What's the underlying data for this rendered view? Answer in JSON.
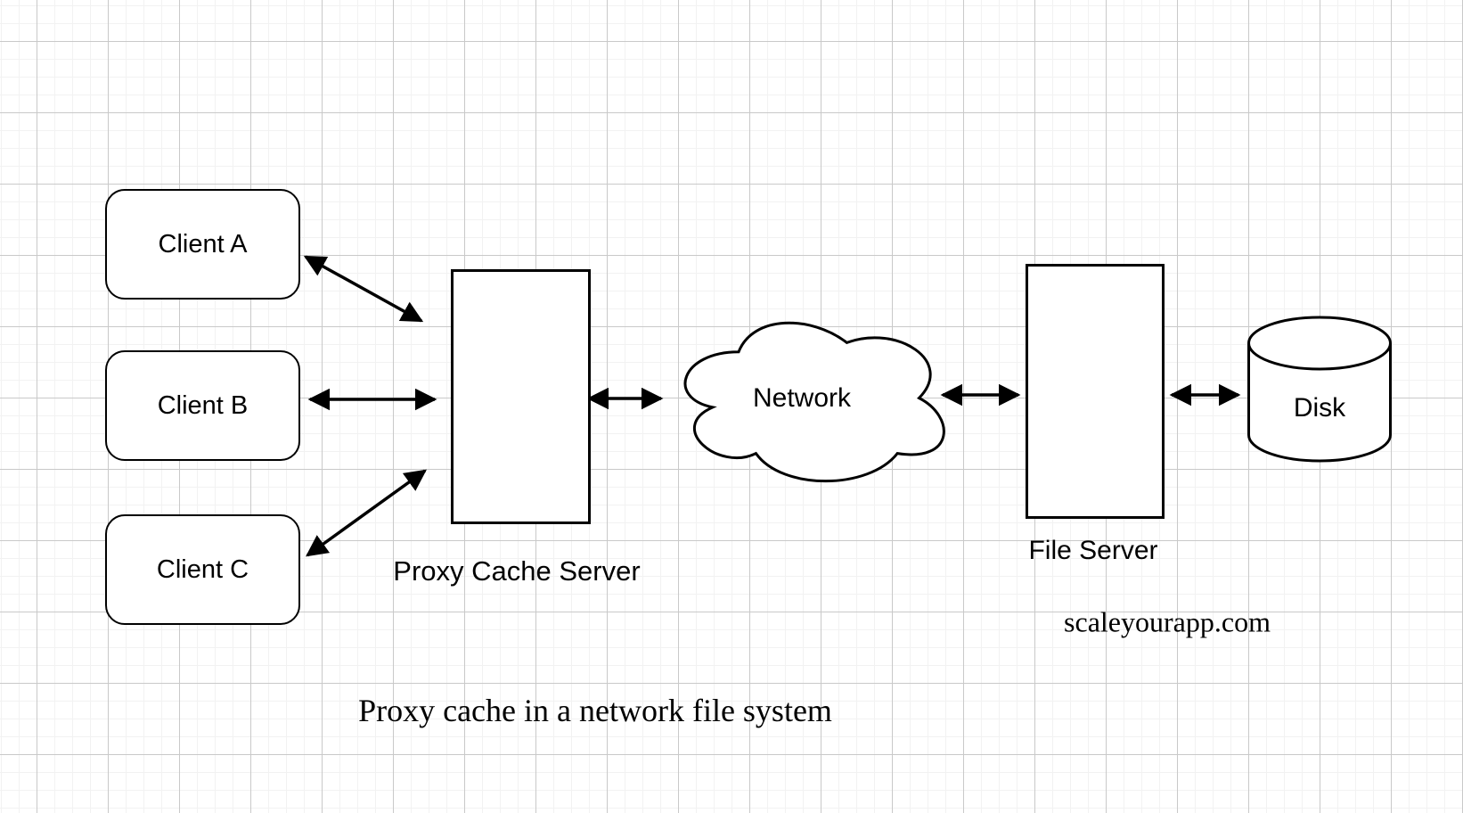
{
  "title": "Proxy cache in a network file system",
  "diagram": {
    "caption": "Proxy cache in a network file system",
    "watermark": "scaleyourapp.com",
    "nodes": {
      "client_a": {
        "label": "Client A",
        "shape": "rounded-rectangle"
      },
      "client_b": {
        "label": "Client B",
        "shape": "rounded-rectangle"
      },
      "client_c": {
        "label": "Client C",
        "shape": "rounded-rectangle"
      },
      "proxy_cache_server": {
        "label": "Proxy Cache Server",
        "shape": "rectangle"
      },
      "network": {
        "label": "Network",
        "shape": "cloud"
      },
      "file_server": {
        "label": "File Server",
        "shape": "rectangle"
      },
      "disk": {
        "label": "Disk",
        "shape": "cylinder"
      }
    },
    "edges": [
      {
        "from": "Client A",
        "to": "Proxy Cache Server",
        "style": "double-arrow"
      },
      {
        "from": "Client B",
        "to": "Proxy Cache Server",
        "style": "double-arrow"
      },
      {
        "from": "Client C",
        "to": "Proxy Cache Server",
        "style": "double-arrow"
      },
      {
        "from": "Proxy Cache Server",
        "to": "Network",
        "style": "double-arrow"
      },
      {
        "from": "Network",
        "to": "File Server",
        "style": "double-arrow"
      },
      {
        "from": "File Server",
        "to": "Disk",
        "style": "double-arrow"
      }
    ],
    "colors": {
      "stroke": "#000000",
      "shape_fill": "#ffffff",
      "background": "#ffffff",
      "grid_minor": "#f2f2f2",
      "grid_major": "#c9c9c9"
    }
  }
}
